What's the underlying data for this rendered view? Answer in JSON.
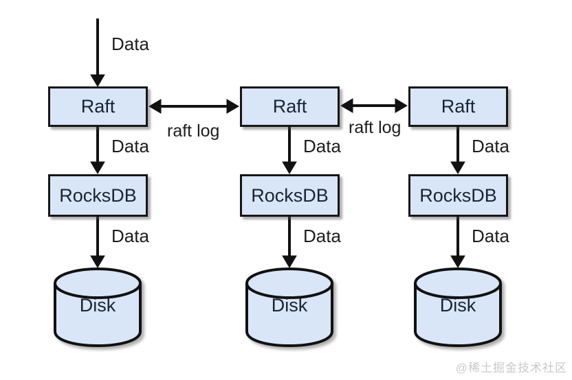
{
  "diagram": {
    "type": "architecture-diagram",
    "input_arrow_label": "Data",
    "columns": [
      {
        "raft": "Raft",
        "rocksdb": "RocksDB",
        "disk": "Disk",
        "data_to_rocksdb": "Data",
        "data_to_disk": "Data"
      },
      {
        "raft": "Raft",
        "rocksdb": "RocksDB",
        "disk": "Disk",
        "data_to_rocksdb": "Data",
        "data_to_disk": "Data"
      },
      {
        "raft": "Raft",
        "rocksdb": "RocksDB",
        "disk": "Disk",
        "data_to_rocksdb": "Data",
        "data_to_disk": "Data"
      }
    ],
    "replication": {
      "label_1": "raft log",
      "label_2": "raft log"
    },
    "watermark": "@稀土掘金技术社区",
    "colors": {
      "node_fill": "#d9e6f7",
      "node_border": "#161616",
      "arrow": "#111111",
      "label_text": "#1d1d1d",
      "watermark": "#c9c9c9",
      "background": "#ffffff"
    }
  }
}
